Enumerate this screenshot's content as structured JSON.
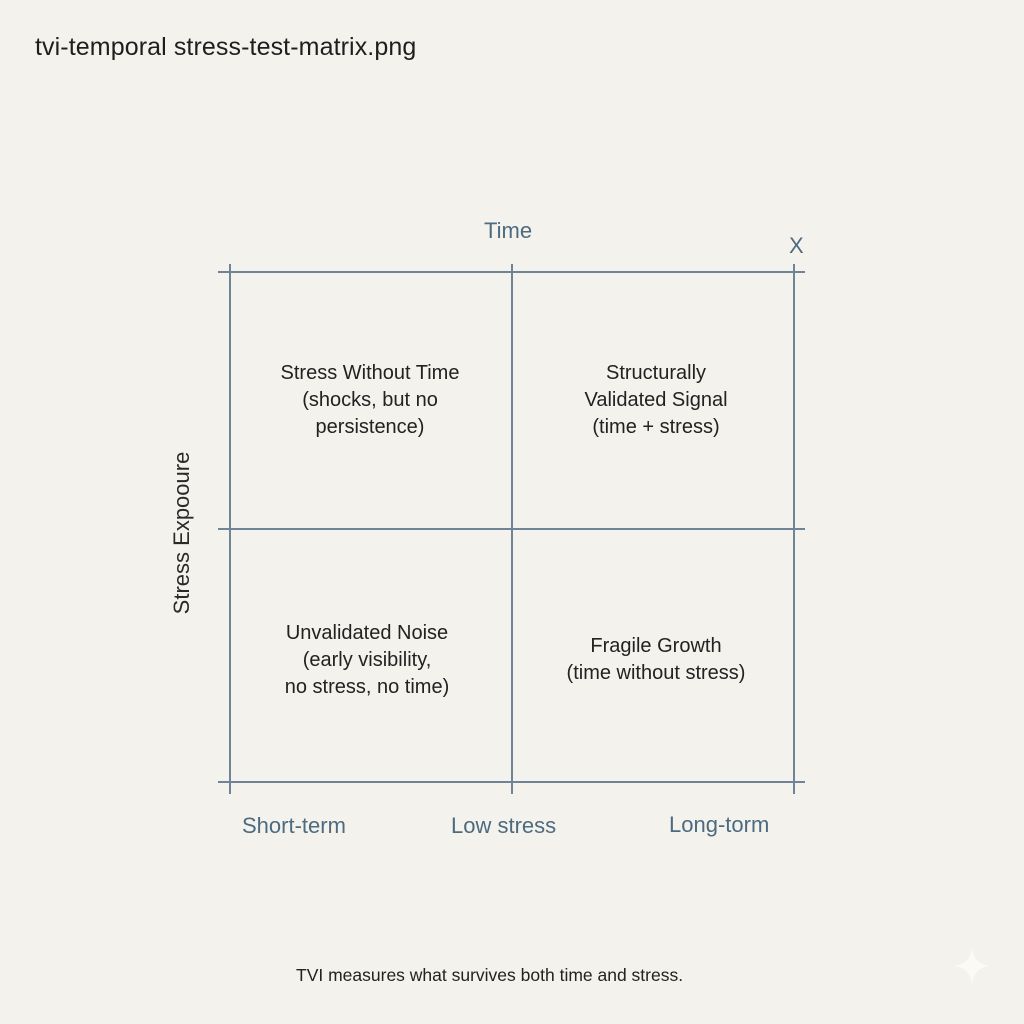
{
  "title": "tvi-temporal stress-test-matrix.png",
  "axes": {
    "top_label": "Time",
    "corner_label": "X",
    "y_label": "Stress Expooure",
    "bottom_ticks": [
      "Short-term",
      "Low stress",
      "Long-torm"
    ]
  },
  "quadrants": {
    "top_left": "Stress Without Time\n(shocks, but no\npersistence)",
    "top_right": "Structurally\nValidated Signal\n(time + stress)",
    "bottom_left": "Unvalidated Noise\n(early visibility,\nno stress, no time)",
    "bottom_right": "Fragile Growth\n(time without stress)"
  },
  "caption": "TVI measures what survives both time and stress.",
  "colors": {
    "background": "#f4f2ec",
    "grid_line": "#6f8496",
    "axis_text": "#4d6b80",
    "body_text": "#222222"
  },
  "icons": {
    "corner_mark": "sparkle-icon"
  }
}
